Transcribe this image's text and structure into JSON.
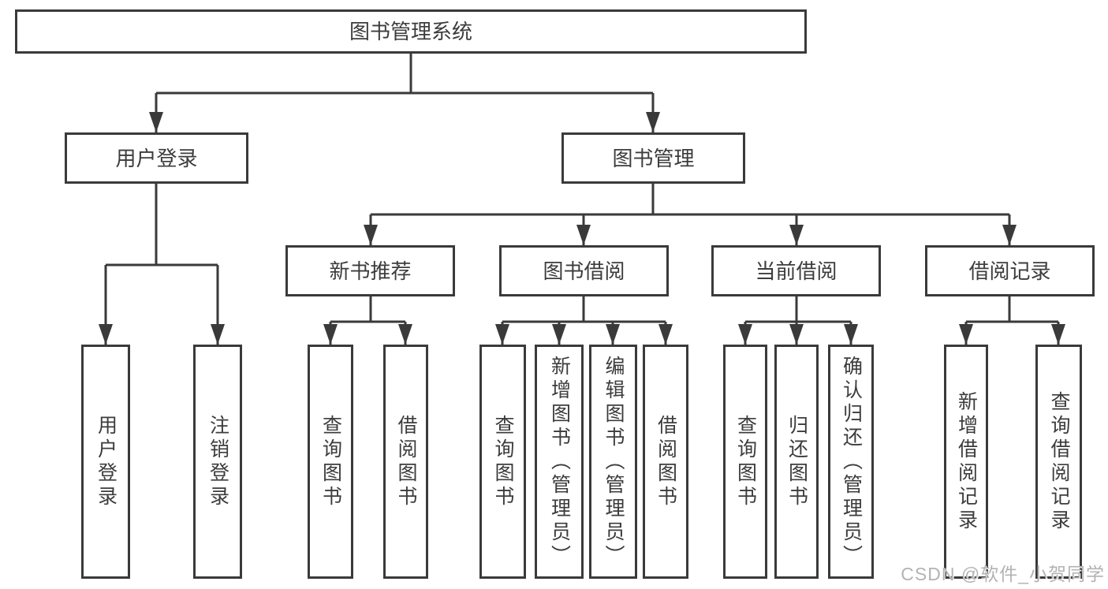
{
  "diagram": {
    "root": "图书管理系统",
    "level2": [
      "用户登录",
      "图书管理"
    ],
    "level3": [
      "新书推荐",
      "图书借阅",
      "当前借阅",
      "借阅记录"
    ],
    "leaves_login": [
      "用户登录",
      "注销登录"
    ],
    "leaves_newbook": [
      "查询图书",
      "借阅图书"
    ],
    "leaves_borrow": [
      "查询图书",
      "新增图书（管理员）",
      "编辑图书（管理员）",
      "借阅图书"
    ],
    "leaves_current": [
      "查询图书",
      "归还图书",
      "确认归还（管理员）"
    ],
    "leaves_records": [
      "新增借阅记录",
      "查询借阅记录"
    ]
  },
  "watermark": "CSDN @软件_小贺同学",
  "colors": {
    "line": "#3a3a3a",
    "text": "#3c3c3c",
    "background": "#ffffff",
    "watermark": "#b3b3b3"
  }
}
